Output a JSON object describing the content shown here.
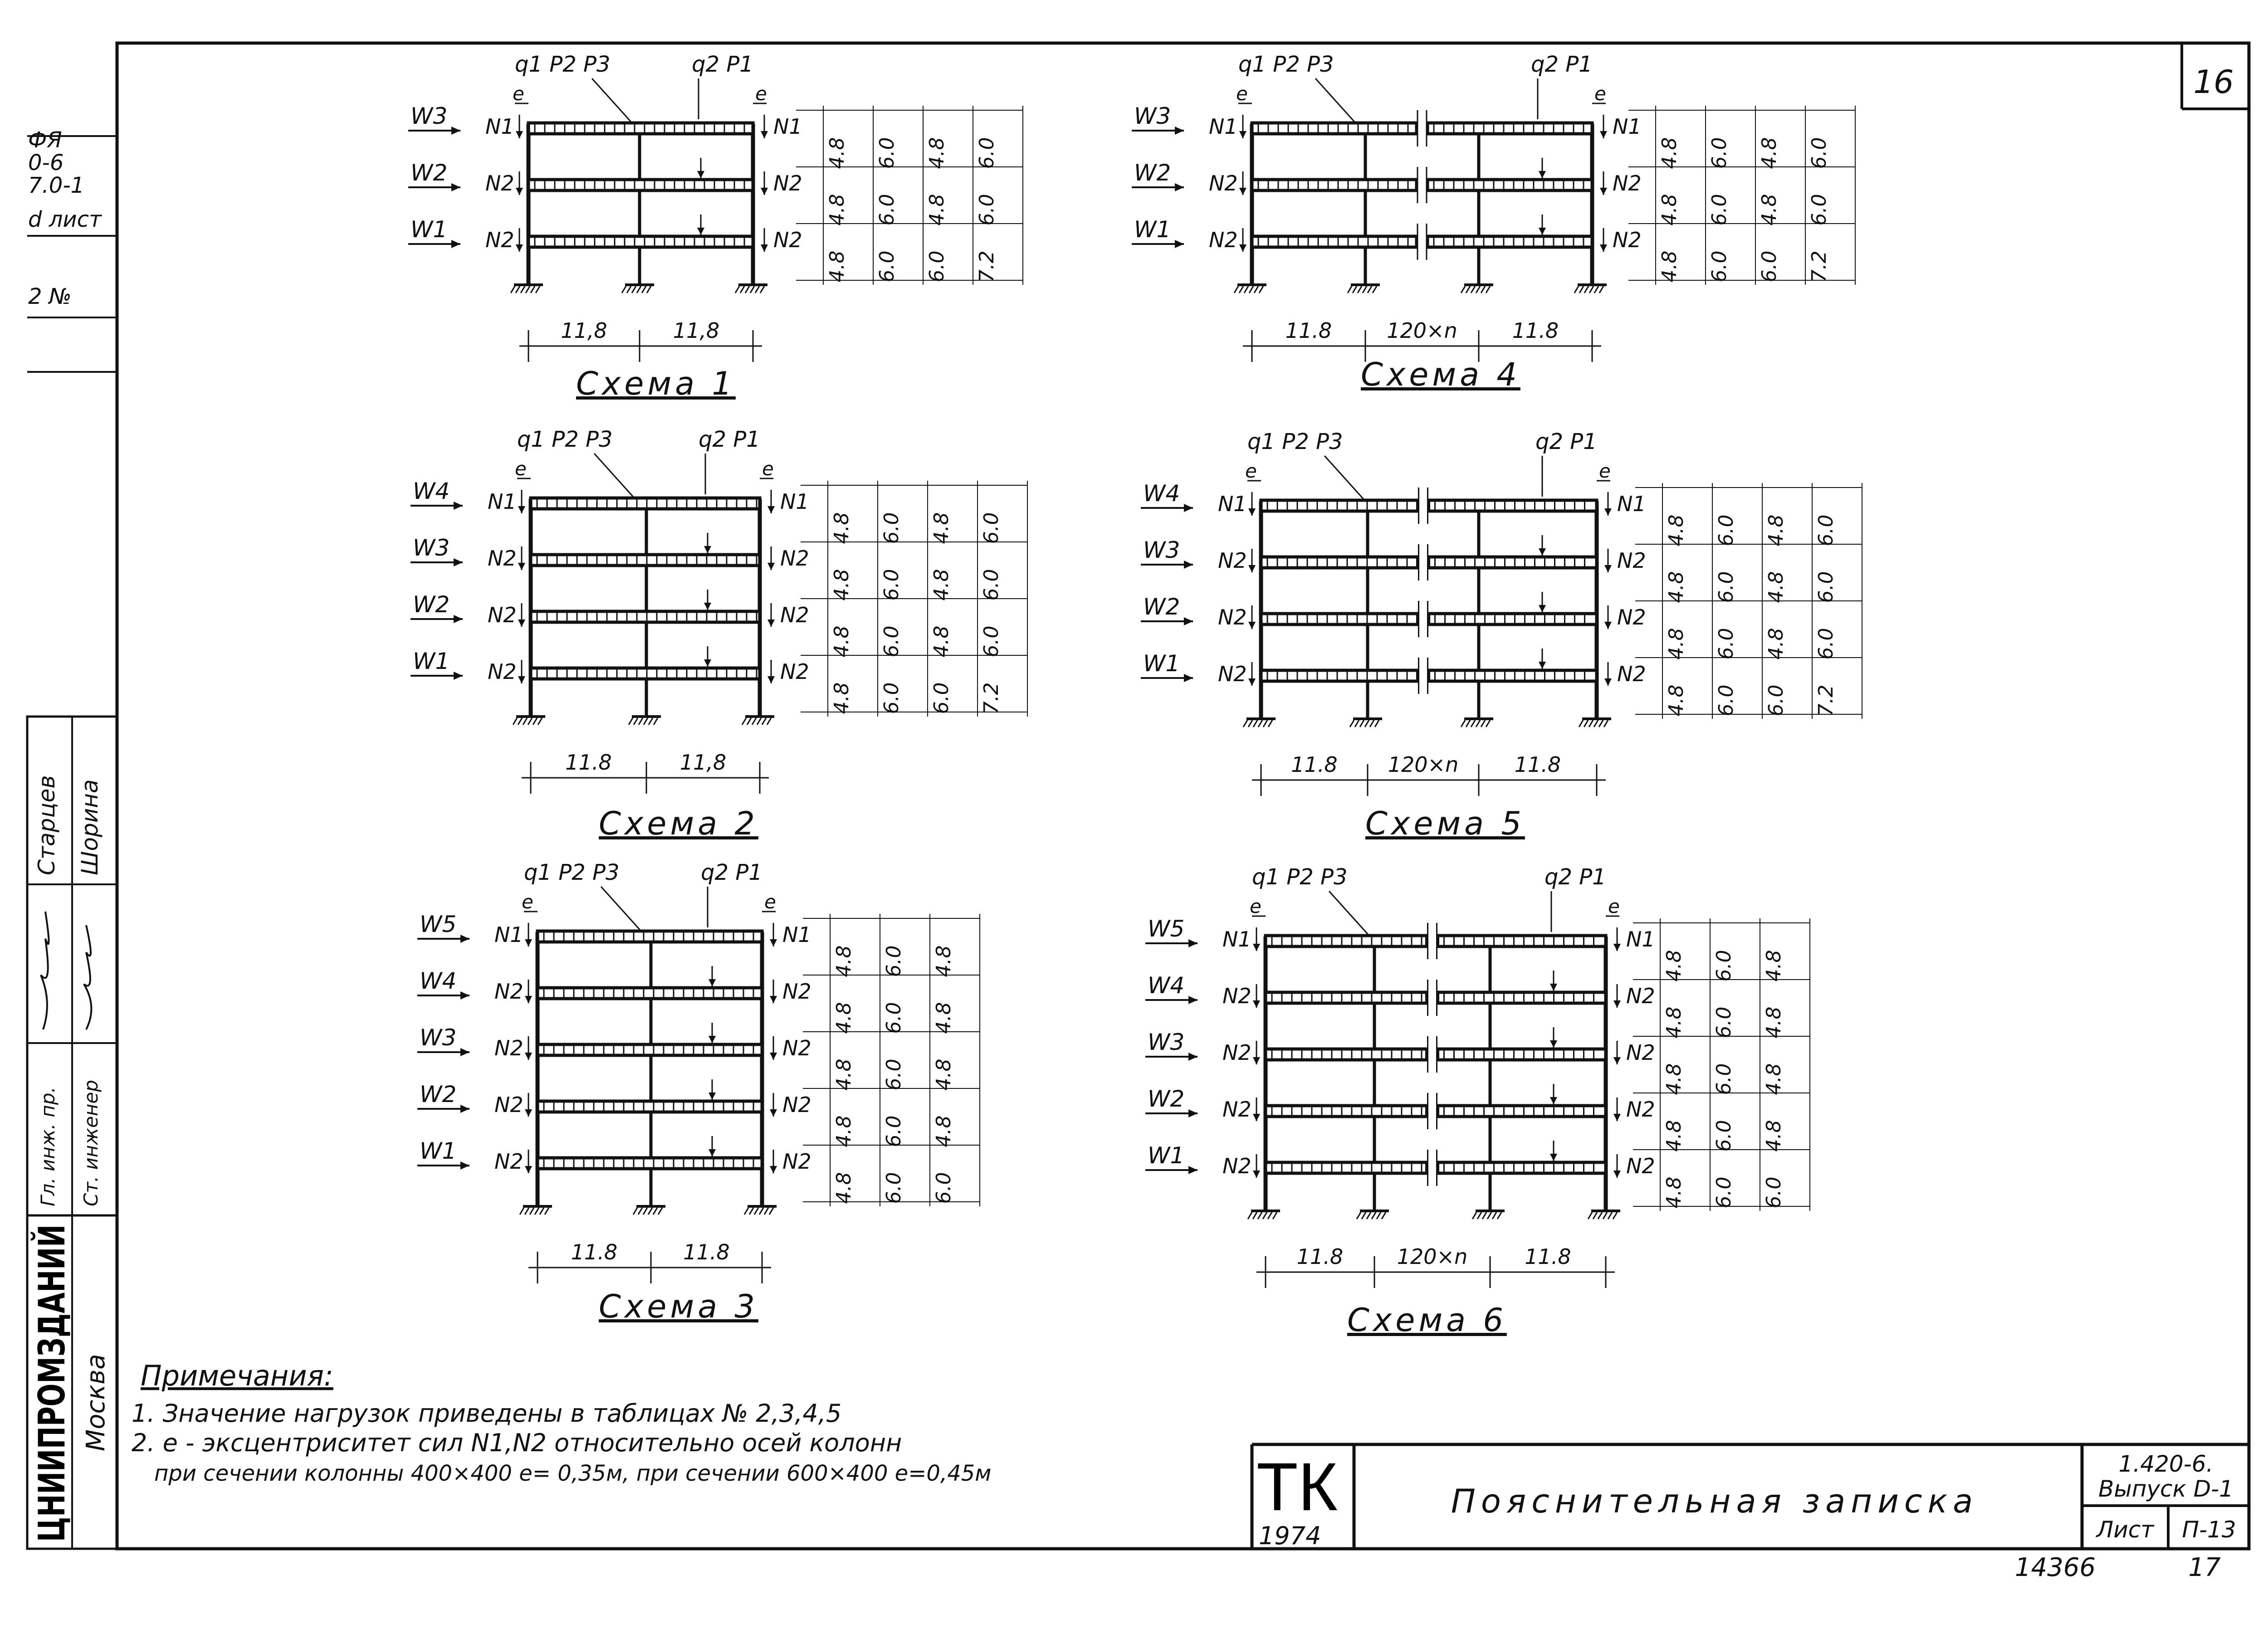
{
  "sheet": {
    "page_number": "16",
    "bottom_number_left": "14366",
    "bottom_number_right": "17"
  },
  "left_strip": {
    "stamps": [
      "ФЯ",
      "0-6",
      "7.0-1",
      "d лист",
      "2 №"
    ],
    "roles": [
      "Гл. инж. пр.",
      "Ст. инженер"
    ],
    "names": [
      "Старцев",
      "Шорина"
    ],
    "org": "ЦНИИПРОМЗДАНИЙ",
    "city": "Москва"
  },
  "schemes": [
    {
      "caption": "Схема 1",
      "load_left": "q1 P2 P3",
      "load_right": "q2 P1",
      "ecc": "e",
      "winds": [
        "W3",
        "W2",
        "W1"
      ],
      "n_labels": [
        "N1",
        "N2",
        "N2"
      ],
      "n_right": [
        "N1",
        "N2",
        "N2"
      ],
      "spans": [
        "11,8",
        "11,8"
      ],
      "dims": [
        [
          "4.8",
          "6.0",
          "4.8",
          "6.0"
        ],
        [
          "4.8",
          "6.0",
          "4.8",
          "6.0"
        ],
        [
          "4.8",
          "6.0",
          "6.0",
          "7.2"
        ]
      ]
    },
    {
      "caption": "Схема 2",
      "load_left": "q1 P2 P3",
      "load_right": "q2 P1",
      "ecc": "e",
      "winds": [
        "W4",
        "W3",
        "W2",
        "W1"
      ],
      "n_labels": [
        "N1",
        "N2",
        "N2",
        "N2"
      ],
      "n_right": [
        "N1",
        "N2",
        "N2",
        "N2"
      ],
      "spans": [
        "11.8",
        "11,8"
      ],
      "dims": [
        [
          "4.8",
          "6.0",
          "4.8",
          "6.0"
        ],
        [
          "4.8",
          "6.0",
          "4.8",
          "6.0"
        ],
        [
          "4.8",
          "6.0",
          "4.8",
          "6.0"
        ],
        [
          "4.8",
          "6.0",
          "6.0",
          "7.2"
        ]
      ]
    },
    {
      "caption": "Схема 3",
      "load_left": "q1 P2 P3",
      "load_right": "q2 P1",
      "ecc": "e",
      "winds": [
        "W5",
        "W4",
        "W3",
        "W2",
        "W1"
      ],
      "n_labels": [
        "N1",
        "N2",
        "N2",
        "N2",
        "N2"
      ],
      "n_right": [
        "N1",
        "N2",
        "N2",
        "N2",
        "N2"
      ],
      "spans": [
        "11.8",
        "11.8"
      ],
      "dims": [
        [
          "4.8",
          "6.0",
          "4.8"
        ],
        [
          "4.8",
          "6.0",
          "4.8"
        ],
        [
          "4.8",
          "6.0",
          "4.8"
        ],
        [
          "4.8",
          "6.0",
          "4.8"
        ],
        [
          "4.8",
          "6.0",
          "6.0"
        ]
      ]
    },
    {
      "caption": "Схема 4",
      "load_left": "q1 P2 P3",
      "load_right": "q2 P1",
      "ecc": "e",
      "winds": [
        "W3",
        "W2",
        "W1"
      ],
      "n_labels": [
        "N1",
        "N2",
        "N2"
      ],
      "n_right": [
        "N1",
        "N2",
        "N2"
      ],
      "spans": [
        "11.8",
        "120×n",
        "11.8"
      ],
      "dims": [
        [
          "4.8",
          "6.0",
          "4.8",
          "6.0"
        ],
        [
          "4.8",
          "6.0",
          "4.8",
          "6.0"
        ],
        [
          "4.8",
          "6.0",
          "6.0",
          "7.2"
        ]
      ]
    },
    {
      "caption": "Схема 5",
      "load_left": "q1 P2 P3",
      "load_right": "q2 P1",
      "ecc": "e",
      "winds": [
        "W4",
        "W3",
        "W2",
        "W1"
      ],
      "n_labels": [
        "N1",
        "N2",
        "N2",
        "N2"
      ],
      "n_right": [
        "N1",
        "N2",
        "N2",
        "N2"
      ],
      "spans": [
        "11.8",
        "120×n",
        "11.8"
      ],
      "dims": [
        [
          "4.8",
          "6.0",
          "4.8",
          "6.0"
        ],
        [
          "4.8",
          "6.0",
          "4.8",
          "6.0"
        ],
        [
          "4.8",
          "6.0",
          "4.8",
          "6.0"
        ],
        [
          "4.8",
          "6.0",
          "6.0",
          "7.2"
        ]
      ]
    },
    {
      "caption": "Схема 6",
      "load_left": "q1 P2 P3",
      "load_right": "q2 P1",
      "ecc": "e",
      "winds": [
        "W5",
        "W4",
        "W3",
        "W2",
        "W1"
      ],
      "n_labels": [
        "N1",
        "N2",
        "N2",
        "N2",
        "N2"
      ],
      "n_right": [
        "N1",
        "N2",
        "N2",
        "N2",
        "N2"
      ],
      "spans": [
        "11.8",
        "120×n",
        "11.8"
      ],
      "dims": [
        [
          "4.8",
          "6.0",
          "4.8"
        ],
        [
          "4.8",
          "6.0",
          "4.8"
        ],
        [
          "4.8",
          "6.0",
          "4.8"
        ],
        [
          "4.8",
          "6.0",
          "4.8"
        ],
        [
          "4.8",
          "6.0",
          "6.0"
        ]
      ]
    }
  ],
  "notes": {
    "title": "Примечания:",
    "line1": "1. Значение нагрузок приведены в таблицах № 2,3,4,5",
    "line2": "2. e - эксцентриситет сил N1,N2 относительно осей колонн",
    "line3": "при сечении колонны 400×400 e= 0,35м, при сечении 600×400 e=0,45м"
  },
  "title_block": {
    "logo": "ТК",
    "year": "1974",
    "title": "Пояснительная записка",
    "series": "1.420-6.",
    "issue": "Выпуск D-1",
    "sheet_label": "Лист",
    "sheet_value": "П-13"
  }
}
